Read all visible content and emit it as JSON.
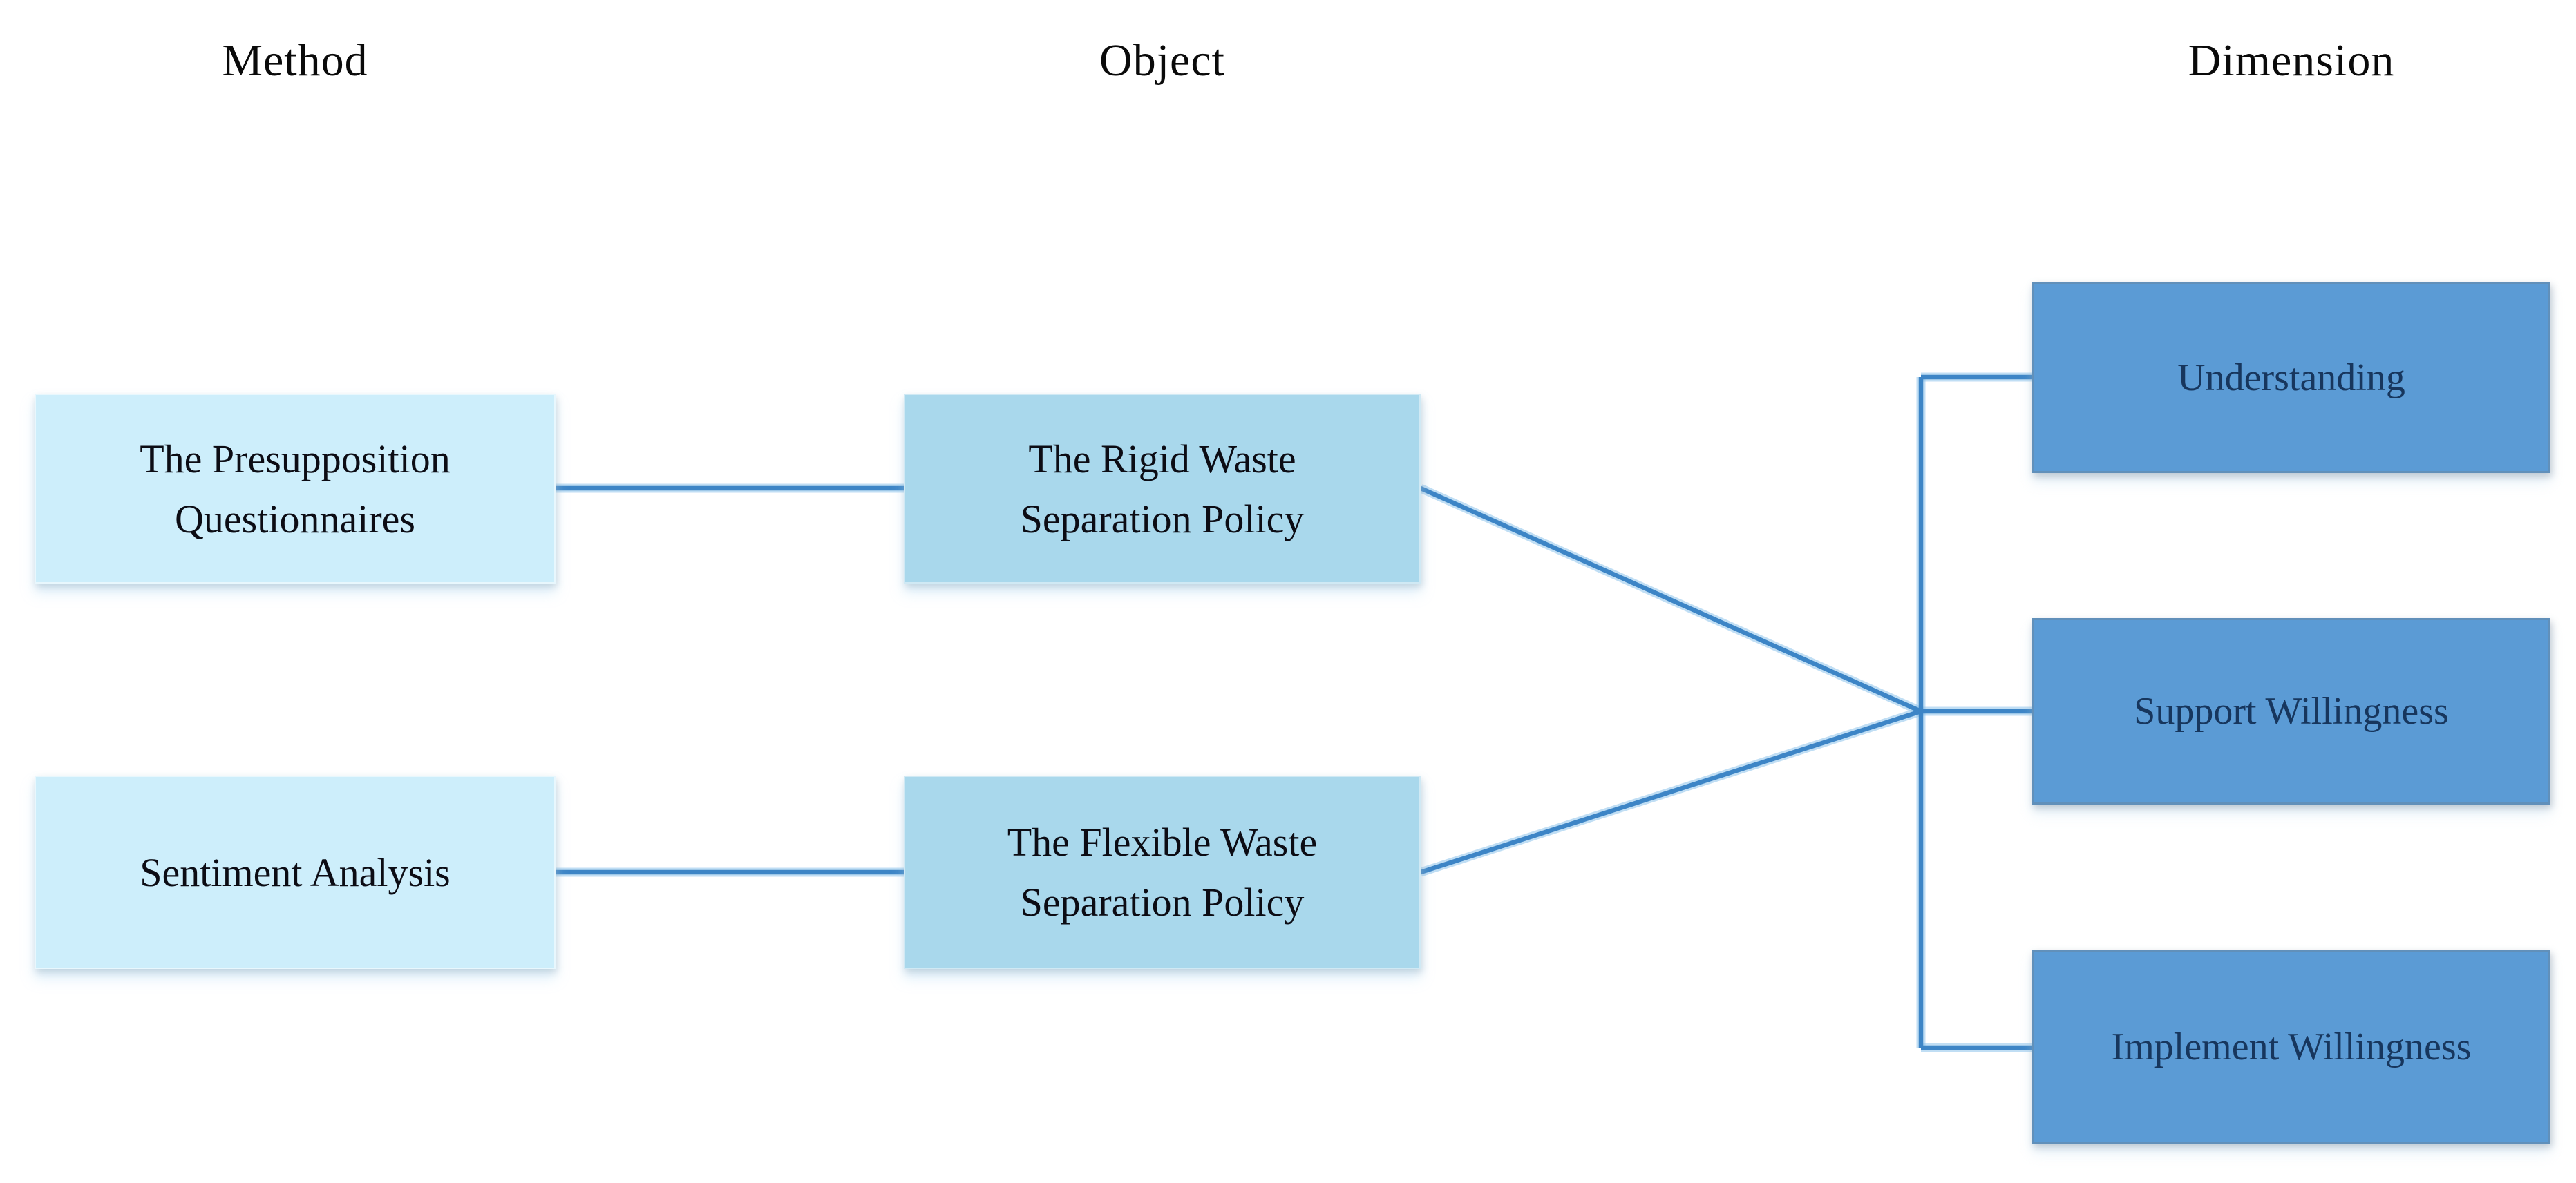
{
  "colors": {
    "background": "#ffffff",
    "method-box-bg": "#cdeefb",
    "object-box-bg": "#a9d8ec",
    "dimension-box-bg": "#5b9bd5",
    "dimension-box-text": "#17365d",
    "connector": "#3d85c6",
    "header-text": "#0a0a0a",
    "node-text": "#0c0c14"
  },
  "headers": {
    "method": "Method",
    "object": "Object",
    "dimension": "Dimension"
  },
  "nodes": {
    "method": [
      {
        "label": "The Presupposition\nQuestionnaires"
      },
      {
        "label": "Sentiment Analysis"
      }
    ],
    "object": [
      {
        "label": "The Rigid Waste\nSeparation Policy"
      },
      {
        "label": "The Flexible Waste\nSeparation Policy"
      }
    ],
    "dimension": [
      {
        "label": "Understanding"
      },
      {
        "label": "Support Willingness"
      },
      {
        "label": "Implement Willingness"
      }
    ]
  }
}
